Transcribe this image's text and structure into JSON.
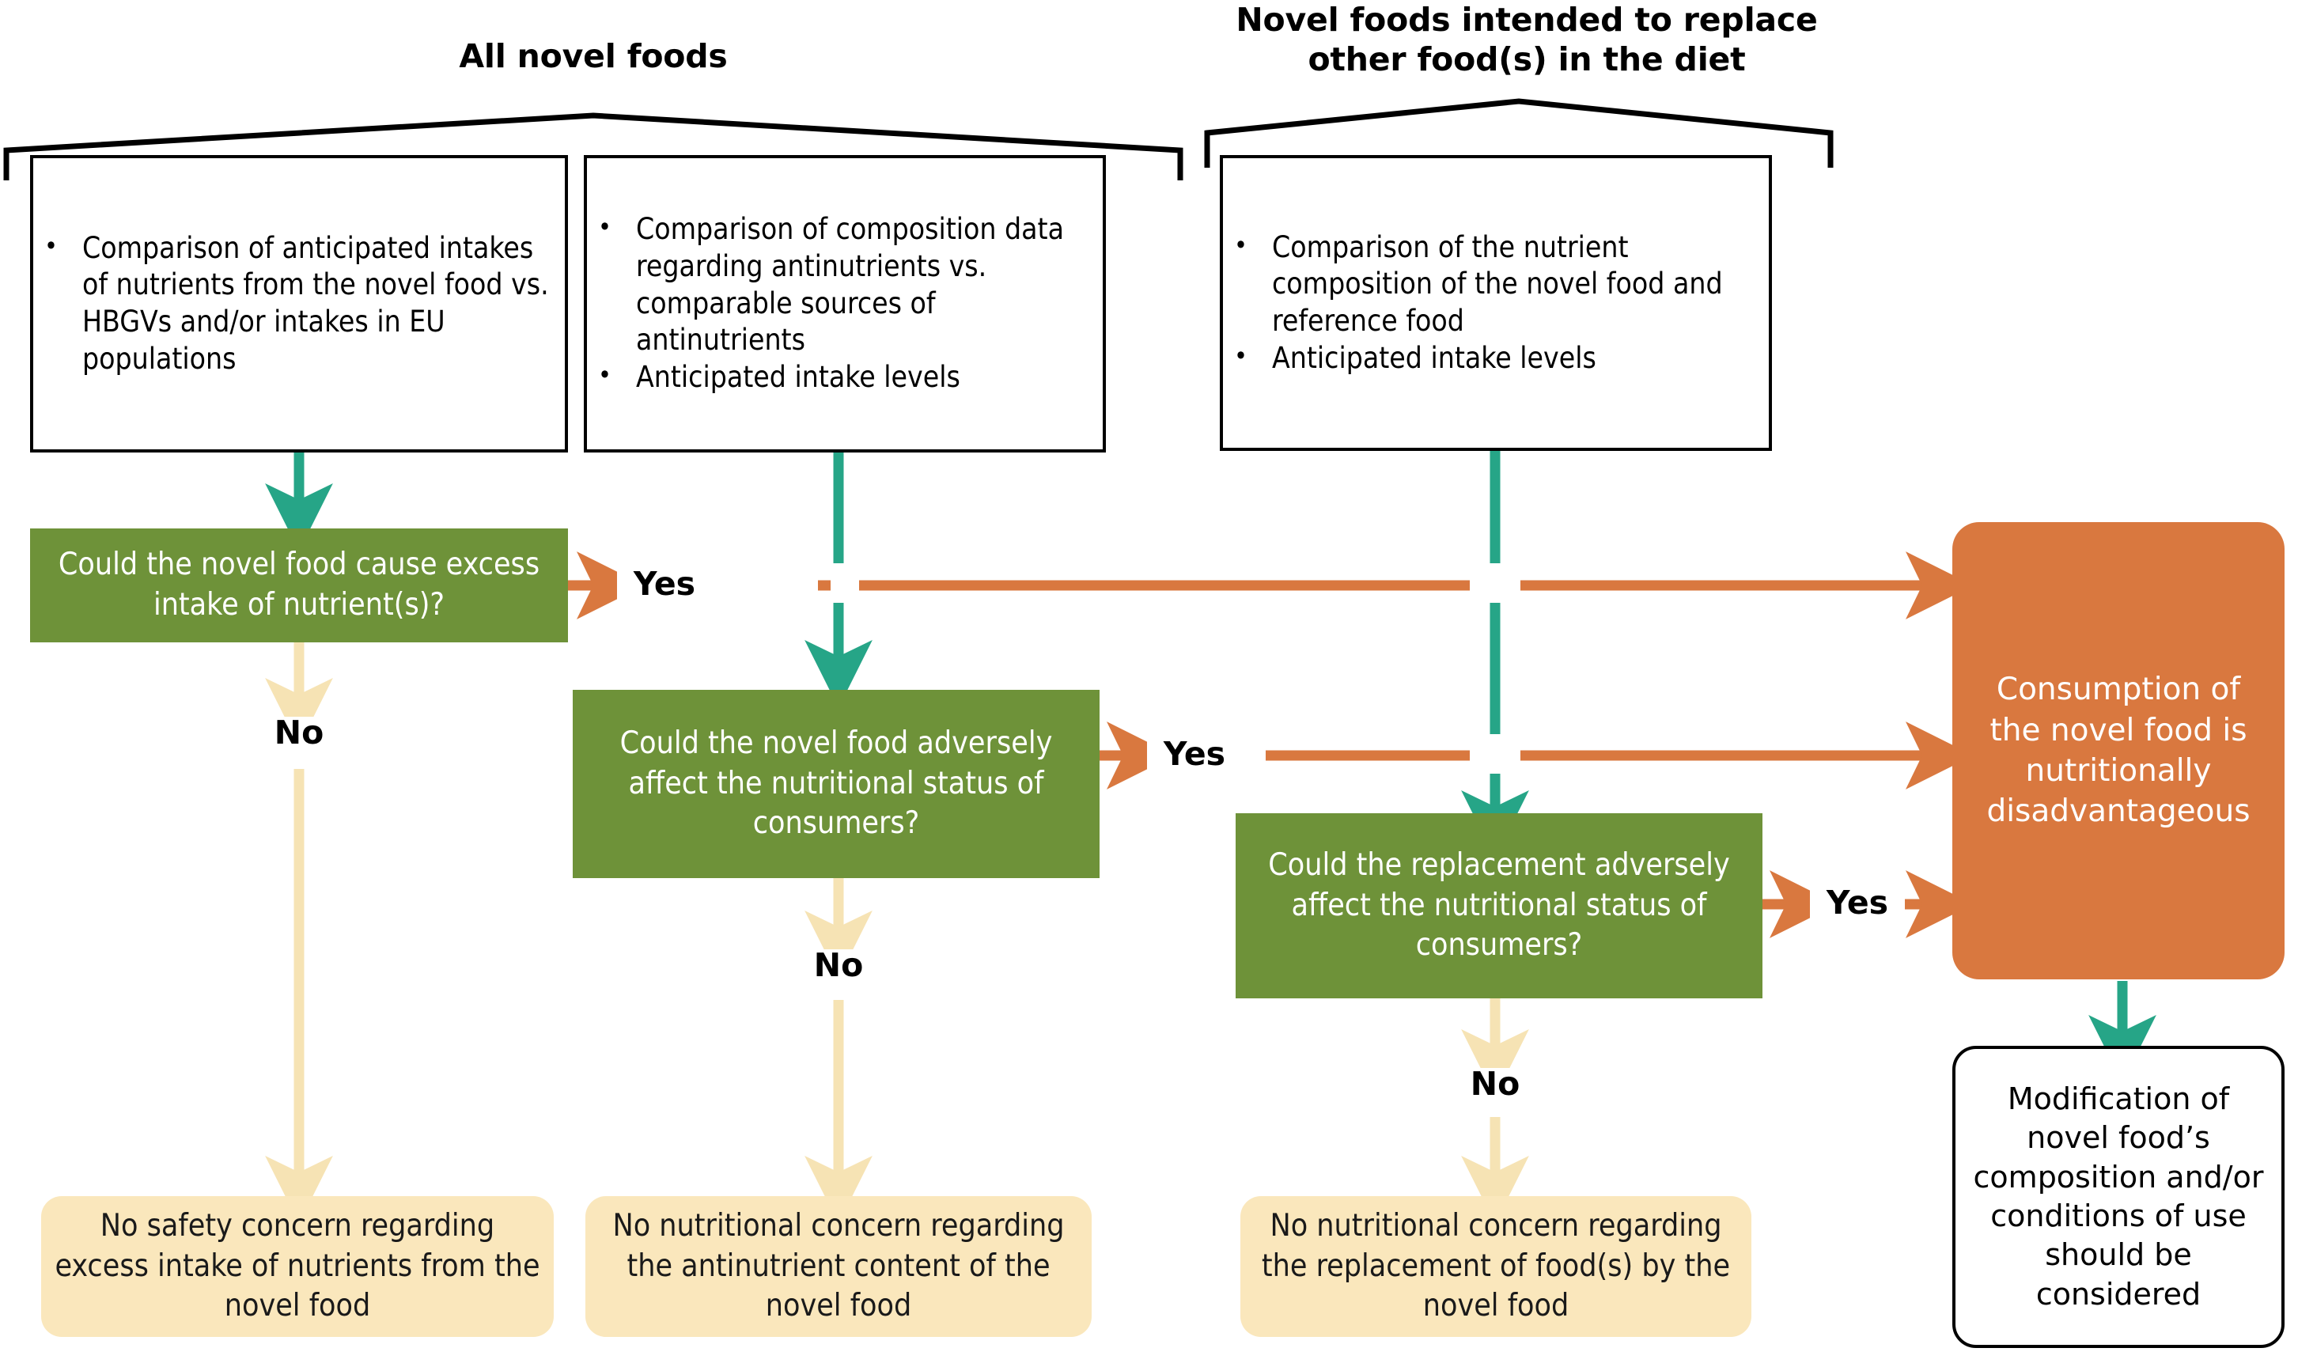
{
  "diagram": {
    "title_group_left": "All novel foods",
    "title_group_right_line1": "Novel foods intended to replace",
    "title_group_right_line2": "other food(s) in the diet",
    "colors": {
      "decision_green": "#6E9239",
      "outcome_cream": "#FAE7BC",
      "terminal_orange": "#D9783F",
      "arrow_teal": "#26A587",
      "arrow_orange": "#D9783F",
      "arrow_cream": "#F6E3B4",
      "text_black": "#000000",
      "text_white": "#FFFFFF"
    }
  },
  "inputs": [
    {
      "id": "input-nutrient-intakes",
      "bullets": [
        "Comparison of anticipated intakes of nutrients from the novel food vs. HBGVs and/or intakes in EU populations"
      ]
    },
    {
      "id": "input-antinutrients",
      "bullets": [
        "Comparison of composition data regarding antinutrients vs. comparable sources of antinutrients",
        "Anticipated intake levels"
      ]
    },
    {
      "id": "input-reference-food",
      "bullets": [
        "Comparison of the nutrient composition of the novel food and reference food",
        "Anticipated intake levels"
      ]
    }
  ],
  "decisions": [
    {
      "id": "decision-excess-intake",
      "text": "Could the novel food cause excess intake of nutrient(s)?",
      "yes_label": "Yes",
      "no_label": "No"
    },
    {
      "id": "decision-nutritional-status",
      "text": "Could the novel food adversely affect the nutritional status of consumers?",
      "yes_label": "Yes",
      "no_label": "No"
    },
    {
      "id": "decision-replacement-status",
      "text": "Could the replacement adversely affect the nutritional status of consumers?",
      "yes_label": "Yes",
      "no_label": "No"
    }
  ],
  "outcomes": [
    {
      "id": "outcome-no-safety-concern",
      "text": "No safety concern regarding excess intake of nutrients from the novel food"
    },
    {
      "id": "outcome-no-antinutrient-concern",
      "text": "No nutritional concern regarding the antinutrient content of the novel food"
    },
    {
      "id": "outcome-no-replacement-concern",
      "text": "No nutritional concern regarding the replacement of food(s) by the novel food"
    }
  ],
  "terminals": {
    "disadvantageous": "Consumption of the novel food is nutritionally disadvantageous",
    "modification": "Modification of novel food’s composition and/or conditions of use should be considered"
  }
}
